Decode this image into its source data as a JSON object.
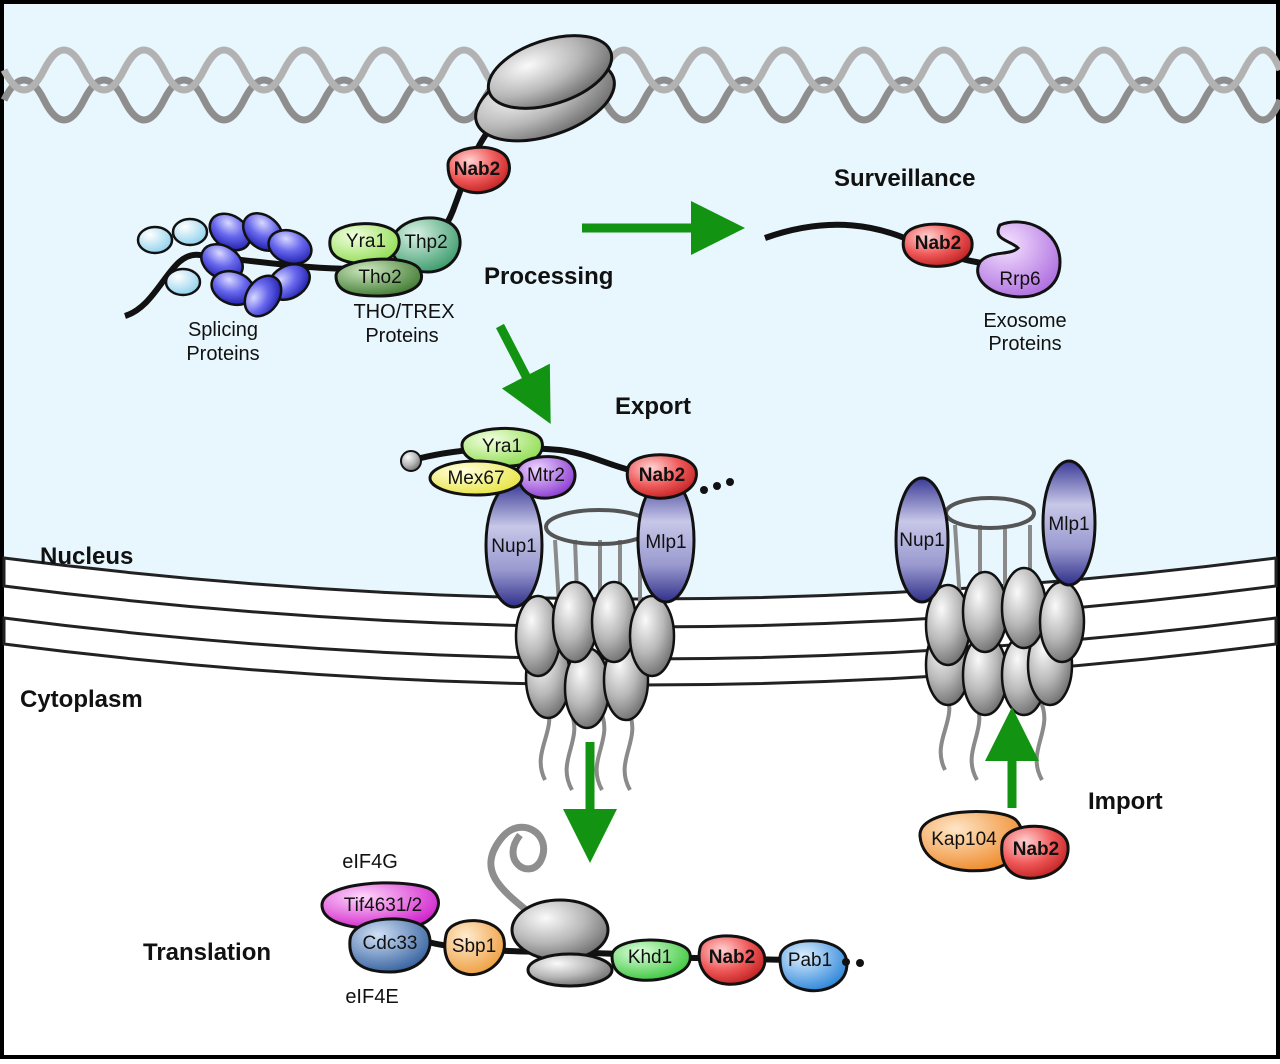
{
  "compartments": {
    "nucleus": "Nucleus",
    "cytoplasm": "Cytoplasm"
  },
  "stages": {
    "processing": "Processing",
    "surveillance": "Surveillance",
    "export": "Export",
    "import": "Import",
    "translation": "Translation"
  },
  "groups": {
    "splicing": [
      "Splicing",
      "Proteins"
    ],
    "thotrex": [
      "THO/TREX",
      "Proteins"
    ],
    "exosome": [
      "Exosome",
      "Proteins"
    ]
  },
  "proteins": {
    "nab2": "Nab2",
    "yra1": "Yra1",
    "thp2": "Thp2",
    "tho2": "Tho2",
    "rrp6": "Rrp6",
    "mex67": "Mex67",
    "mtr2": "Mtr2",
    "nup1": "Nup1",
    "mlp1": "Mlp1",
    "kap104": "Kap104",
    "tif4631": "Tif4631/2",
    "cdc33": "Cdc33",
    "sbp1": "Sbp1",
    "khd1": "Khd1",
    "pab1": "Pab1",
    "eif4g": "eIF4G",
    "eif4e": "eIF4E"
  },
  "colors": {
    "nucleoplasm": "#e8f6fd",
    "nab2": "#ee4c4c",
    "arrow": "#129312",
    "pore": "#4747a0",
    "yra1": "#b9f27c",
    "thp2": "#5fb88a",
    "tho2": "#5a9a47",
    "rrp6": "#c98ee8",
    "mex67": "#f4f27a",
    "mtr2": "#a95ce0",
    "kap104": "#f6a44e",
    "tif4631": "#e24fe0",
    "cdc33": "#4e78b3",
    "sbp1": "#f5b45e",
    "khd1": "#5fdb5f",
    "pab1": "#4a9ee6"
  }
}
